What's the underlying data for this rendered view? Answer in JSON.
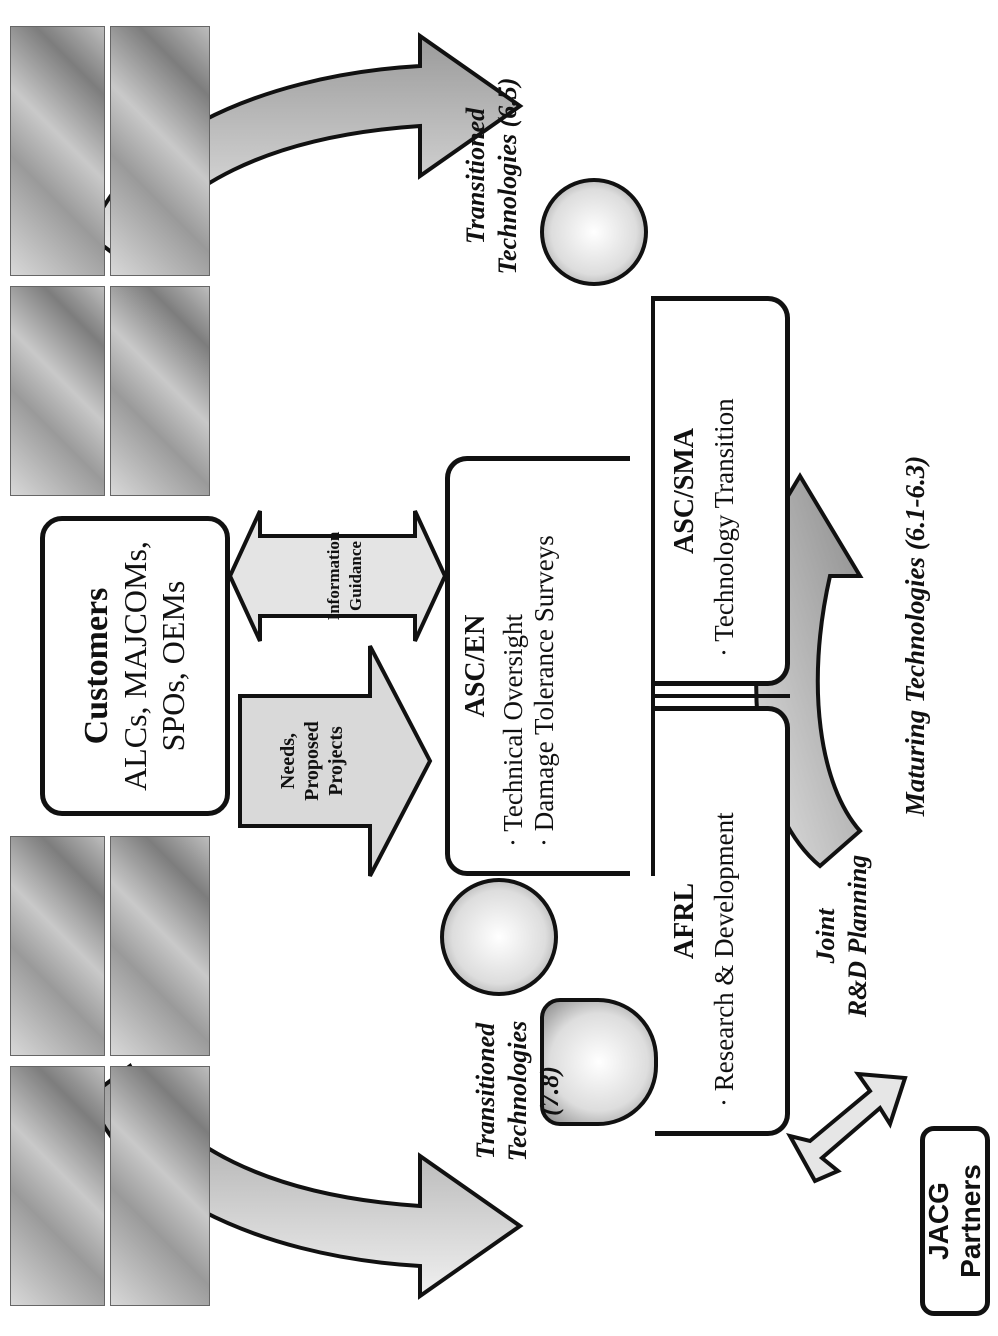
{
  "customers": {
    "title": "Customers",
    "line1": "ALCs, MAJCOMs,",
    "line2": "SPOs, OEMs"
  },
  "arrows": {
    "needs": [
      "Needs,",
      "Proposed",
      "Projects"
    ],
    "info": [
      "Information",
      "Guidance"
    ]
  },
  "asc_en": {
    "title": "ASC/EN",
    "bullet1": "· Technical Oversight",
    "bullet2": "· Damage Tolerance Surveys"
  },
  "afrl": {
    "title": "AFRL",
    "bullet1": "· Research & Development"
  },
  "asc_sma": {
    "title": "ASC/SMA",
    "bullet1": "· Technology Transition"
  },
  "labels": {
    "transitioned_78": [
      "Transitioned",
      "Technologies",
      "(7.8)"
    ],
    "transitioned_65": [
      "Transitioned",
      "Technologies (6.5)"
    ],
    "maturing": "Maturing Technologies (6.1-6.3)",
    "joint": [
      "Joint",
      "R&D Planning"
    ],
    "jacg": "JACG Partners"
  },
  "colors": {
    "ink": "#111111",
    "arrow_fill": "#b5b5b5",
    "arrow_light": "#e6e6e6",
    "background": "#ffffff"
  },
  "icons": [
    "aircraft-photo",
    "asc-en-emblem",
    "afrl-emblem",
    "sma-emblem",
    "cycle-arrow",
    "double-arrow"
  ]
}
